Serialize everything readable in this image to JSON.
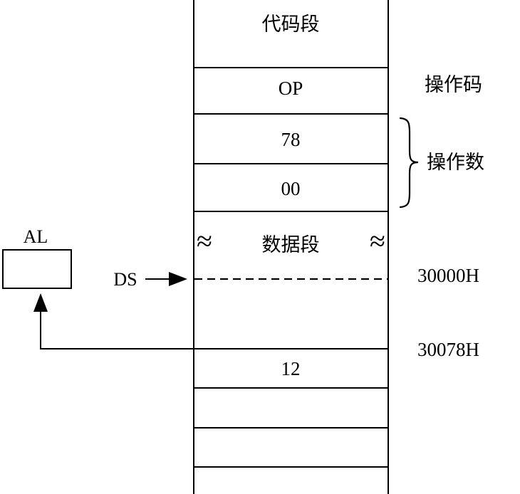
{
  "diagram": {
    "code_segment_label": "代码段",
    "opcode_cell": "OP",
    "operand_byte_1": "78",
    "operand_byte_2": "00",
    "opcode_annotation": "操作码",
    "operand_annotation": "操作数",
    "data_segment_label": "数据段",
    "break_mark": "≈",
    "al_register": "AL",
    "ds_register": "DS",
    "segment_base_address": "30000H",
    "data_address": "30078H",
    "data_value": "12"
  }
}
